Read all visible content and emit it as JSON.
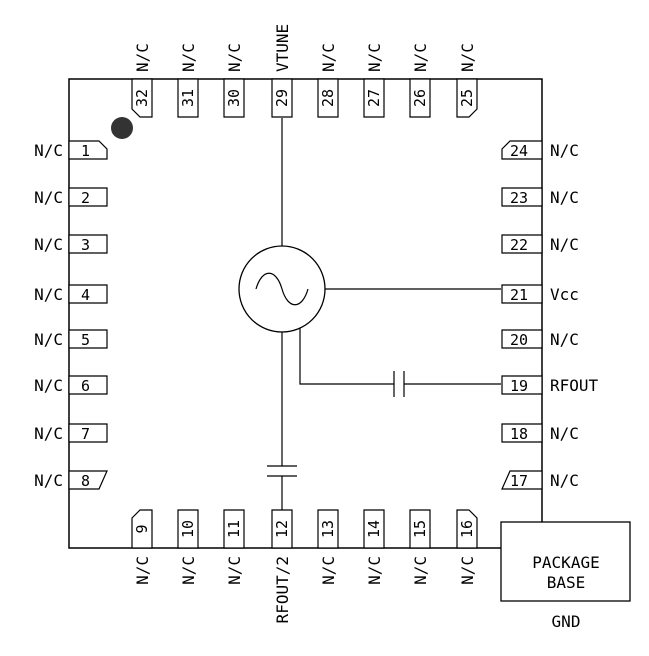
{
  "pins": [
    {
      "n": "1",
      "label": "N/C",
      "side": "left",
      "chamfer": true
    },
    {
      "n": "2",
      "label": "N/C",
      "side": "left"
    },
    {
      "n": "3",
      "label": "N/C",
      "side": "left"
    },
    {
      "n": "4",
      "label": "N/C",
      "side": "left"
    },
    {
      "n": "5",
      "label": "N/C",
      "side": "left"
    },
    {
      "n": "6",
      "label": "N/C",
      "side": "left"
    },
    {
      "n": "7",
      "label": "N/C",
      "side": "left"
    },
    {
      "n": "8",
      "label": "N/C",
      "side": "left",
      "chamfer": true
    },
    {
      "n": "9",
      "label": "N/C",
      "side": "bottom",
      "chamfer": true
    },
    {
      "n": "10",
      "label": "N/C",
      "side": "bottom"
    },
    {
      "n": "11",
      "label": "N/C",
      "side": "bottom"
    },
    {
      "n": "12",
      "label": "RFOUT/2",
      "side": "bottom"
    },
    {
      "n": "13",
      "label": "N/C",
      "side": "bottom"
    },
    {
      "n": "14",
      "label": "N/C",
      "side": "bottom"
    },
    {
      "n": "15",
      "label": "N/C",
      "side": "bottom"
    },
    {
      "n": "16",
      "label": "N/C",
      "side": "bottom",
      "chamfer": true
    },
    {
      "n": "17",
      "label": "N/C",
      "side": "right",
      "chamfer": true
    },
    {
      "n": "18",
      "label": "N/C",
      "side": "right"
    },
    {
      "n": "19",
      "label": "RFOUT",
      "side": "right"
    },
    {
      "n": "20",
      "label": "N/C",
      "side": "right"
    },
    {
      "n": "21",
      "label": "Vcc",
      "side": "right"
    },
    {
      "n": "22",
      "label": "N/C",
      "side": "right"
    },
    {
      "n": "23",
      "label": "N/C",
      "side": "right"
    },
    {
      "n": "24",
      "label": "N/C",
      "side": "right",
      "chamfer": true
    },
    {
      "n": "25",
      "label": "N/C",
      "side": "top",
      "chamfer": true
    },
    {
      "n": "26",
      "label": "N/C",
      "side": "top"
    },
    {
      "n": "27",
      "label": "N/C",
      "side": "top"
    },
    {
      "n": "28",
      "label": "N/C",
      "side": "top"
    },
    {
      "n": "29",
      "label": "VTUNE",
      "side": "top"
    },
    {
      "n": "30",
      "label": "N/C",
      "side": "top"
    },
    {
      "n": "31",
      "label": "N/C",
      "side": "top"
    },
    {
      "n": "32",
      "label": "N/C",
      "side": "top",
      "chamfer": true
    }
  ],
  "package_base": {
    "line1": "PACKAGE",
    "line2": "BASE",
    "gnd": "GND"
  }
}
